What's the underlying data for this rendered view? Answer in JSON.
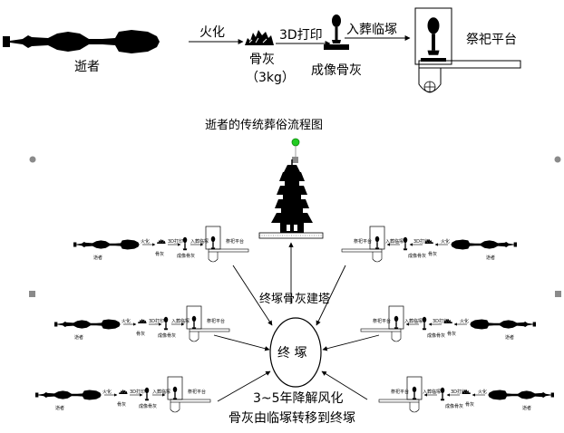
{
  "top_flow": {
    "deceased": "逝者",
    "cremation": "火化",
    "bone_ash": "骨灰",
    "ash_weight": "（3kg）",
    "print3d": "3D打印",
    "image_ash": "成像骨灰",
    "burial": "入葬临塚",
    "platform": "祭祀平台"
  },
  "title": "逝者的传统葬俗流程图",
  "tower_label": "终塚骨灰建塔",
  "final_tomb": "终 塚",
  "bottom_caption_1": "3~5年降解风化",
  "bottom_caption_2": "骨灰由临塚转移到终塚",
  "mini_flow": {
    "cremation": "火化",
    "print3d": "3D打印",
    "burial": "入葬临塚",
    "platform": "祭祀平台",
    "deceased": "逝者",
    "bone_ash": "骨灰",
    "image_ash": "成像骨灰"
  },
  "colors": {
    "line": "#000000",
    "handle": "#8a8a8a",
    "rotate_handle": "#22cc22"
  }
}
